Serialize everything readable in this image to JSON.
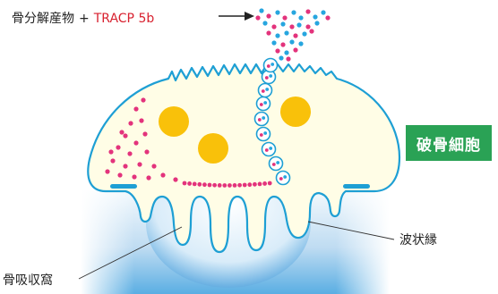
{
  "title_part1": "骨分解産物",
  "title_plus": "+",
  "title_part2": "TRACP 5b",
  "cell_label": "破骨細胞",
  "ruffled_border_label": "波状縁",
  "lacuna_label": "骨吸収窩",
  "colors": {
    "cell_fill": "#fffde6",
    "cell_outline": "#1e9fd4",
    "nucleus": "#f9c10a",
    "dot_pink": "#e3337c",
    "dot_blue": "#27a6df",
    "red_text": "#d8212f",
    "badge": "#2aa255",
    "bone_light": "#e4f1fb",
    "bone_dark": "#2b95da"
  }
}
